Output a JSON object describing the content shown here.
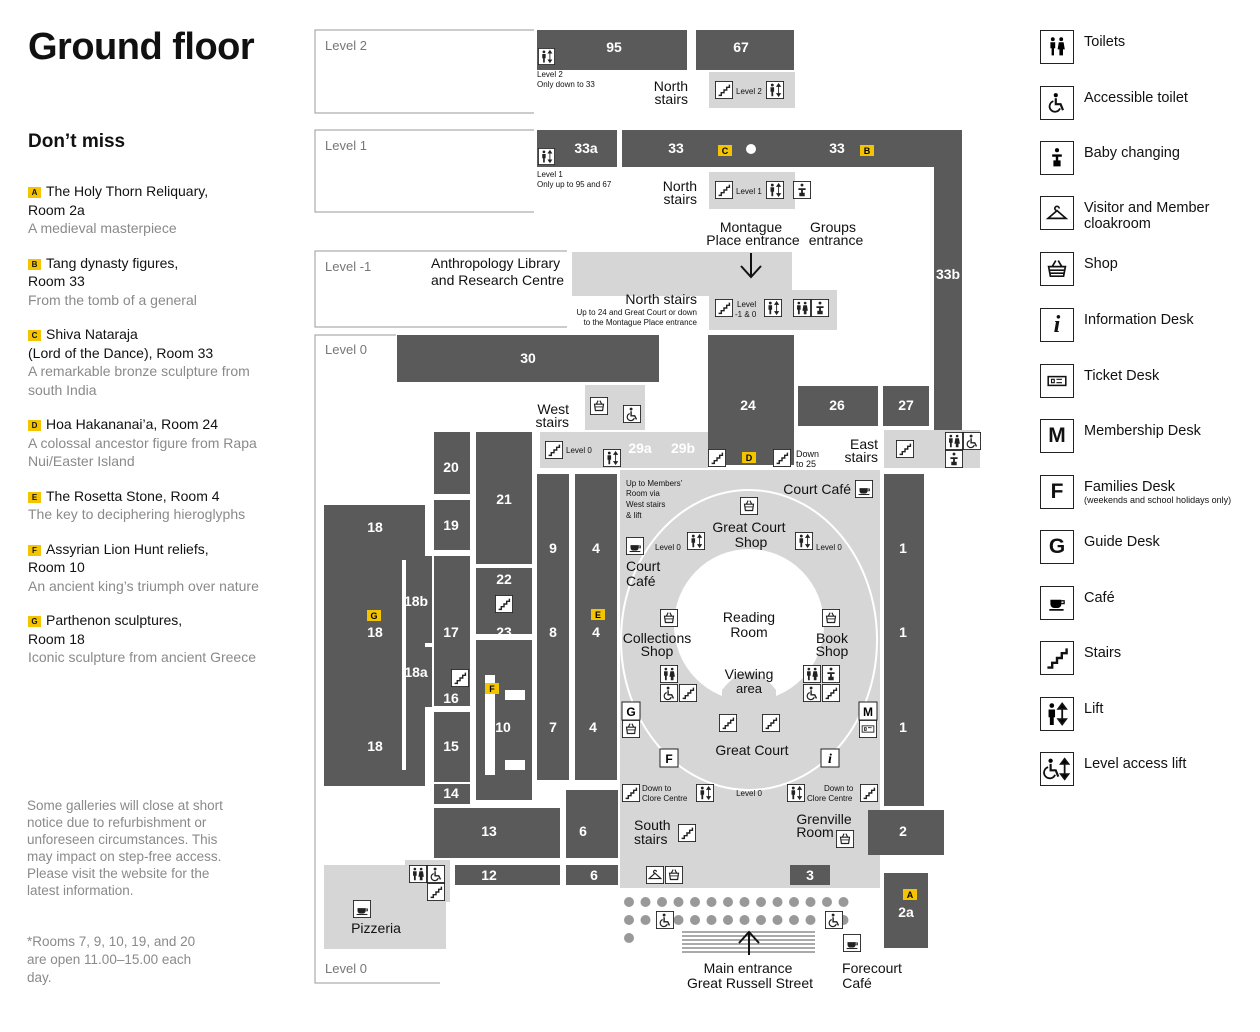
{
  "title": "Ground floor",
  "dont_miss": {
    "heading": "Don’t miss",
    "items": [
      {
        "badge": "A",
        "name": "The Holy Thorn Reliquary,",
        "room": "Room 2a",
        "desc": "A medieval masterpiece"
      },
      {
        "badge": "B",
        "name": "Tang dynasty figures,",
        "room": "Room 33",
        "desc": "From the tomb of a general"
      },
      {
        "badge": "C",
        "name": "Shiva Nataraja",
        "room": "(Lord of the Dance), Room 33",
        "desc": "A remarkable bronze sculpture from south India"
      },
      {
        "badge": "D",
        "name": "Hoa Hakananai’a, Room 24",
        "room": "",
        "desc": "A colossal ancestor figure from Rapa Nui/Easter Island"
      },
      {
        "badge": "E",
        "name": "The Rosetta Stone, Room 4",
        "room": "",
        "desc": "The key to deciphering hieroglyphs"
      },
      {
        "badge": "F",
        "name": "Assyrian Lion Hunt reliefs,",
        "room": "Room 10",
        "desc": "An ancient king’s triumph over nature"
      },
      {
        "badge": "G",
        "name": "Parthenon sculptures,",
        "room": "Room 18",
        "desc": "Iconic sculpture from ancient Greece"
      }
    ]
  },
  "notice": "Some galleries will close at short notice due to refurbishment or unforeseen circumstances. This may impact on step-free access. Please visit the website for the latest information.",
  "note": "*Rooms 7, 9, 10, 19, and 20 are open 11.00–15.00 each day.",
  "legend": [
    {
      "icon": "toilets-icon",
      "label": "Toilets",
      "sub": ""
    },
    {
      "icon": "accessible-toilet-icon",
      "label": "Accessible toilet",
      "sub": ""
    },
    {
      "icon": "baby-changing-icon",
      "label": "Baby changing",
      "sub": ""
    },
    {
      "icon": "cloakroom-icon",
      "label": "Visitor and Member cloakroom",
      "sub": ""
    },
    {
      "icon": "shop-icon",
      "label": "Shop",
      "sub": ""
    },
    {
      "icon": "information-icon",
      "label": "Information Desk",
      "sub": ""
    },
    {
      "icon": "ticket-icon",
      "label": "Ticket Desk",
      "sub": ""
    },
    {
      "icon": "membership-icon",
      "label": "Membership Desk",
      "sub": ""
    },
    {
      "icon": "families-icon",
      "label": "Families Desk",
      "sub": "(weekends and school holidays only)"
    },
    {
      "icon": "guide-icon",
      "label": "Guide Desk",
      "sub": ""
    },
    {
      "icon": "cafe-icon",
      "label": "Café",
      "sub": ""
    },
    {
      "icon": "stairs-icon",
      "label": "Stairs",
      "sub": ""
    },
    {
      "icon": "lift-icon",
      "label": "Lift",
      "sub": ""
    },
    {
      "icon": "level-access-lift-icon",
      "label": "Level access lift",
      "sub": ""
    }
  ],
  "map": {
    "levels": {
      "l2": "Level 2",
      "l1": "Level 1",
      "lm1": "Level -1",
      "l0": "Level 0",
      "l0b": "Level 0"
    },
    "rooms": {
      "r95": "95",
      "r67": "67",
      "r33a": "33a",
      "r33": "33",
      "r33b": "33",
      "r33side": "33b",
      "r30": "30",
      "r24": "24",
      "r26": "26",
      "r27": "27",
      "r20": "20",
      "r21": "21",
      "r19": "19",
      "r18a": "18",
      "r18b": "18",
      "r18c": "18",
      "r18small": "18b",
      "r18asmall": "18a",
      "r17": "17",
      "r22": "22",
      "r23": "23",
      "r16": "16",
      "r15": "15",
      "r14": "14",
      "r13": "13",
      "r12": "12",
      "r10": "10",
      "r9": "9",
      "r8": "8",
      "r7": "7",
      "r4a": "4",
      "r4b": "4",
      "r4c": "4",
      "r6a": "6",
      "r6b": "6",
      "r3": "3",
      "r1a": "1",
      "r1b": "1",
      "r1c": "1",
      "r2": "2",
      "r2a": "2a",
      "r29a": "29a",
      "r29b": "29b"
    },
    "labels": {
      "level2_note1": "Level 2",
      "level2_note2": "Only down to 33",
      "north_stairs_top1": "North",
      "north_stairs_top2": "stairs",
      "level2_tag": "Level 2",
      "level1_note1": "Level 1",
      "level1_note2": "Only up to 95 and 67",
      "north_stairs_mid1": "North",
      "north_stairs_mid2": "stairs",
      "level1_tag": "Level 1",
      "montague1": "Montague",
      "montague2": "Place entrance",
      "groups1": "Groups",
      "groups2": "entrance",
      "anthro1": "Anthropology Library",
      "anthro2": "and Research Centre",
      "north_stairs_low": "North stairs",
      "ns_note1": "Up to 24 and Great Court or down",
      "ns_note2": "to the Montague Place entrance",
      "level_m1_tag1": "Level",
      "level_m1_tag2": "-1 & 0",
      "west_stairs1": "West",
      "west_stairs2": "stairs",
      "level0_tag_w": "Level 0",
      "east_stairs1": "East",
      "east_stairs2": "stairs",
      "down_to_25a": "Down",
      "down_to_25b": "to 25",
      "court_cafe_top": "Court Café",
      "members1": "Up to Members’",
      "members2": "Room via",
      "members3": "West stairs",
      "members4": "& lift",
      "gcs1": "Great Court",
      "gcs2": "Shop",
      "level0_l": "Level 0",
      "level0_r": "Level 0",
      "court_cafe_l1": "Court",
      "court_cafe_l2": "Café",
      "reading1": "Reading",
      "reading2": "Room",
      "coll1": "Collections",
      "coll2": "Shop",
      "book1": "Book",
      "book2": "Shop",
      "viewing1": "Viewing",
      "viewing2": "area",
      "great_court": "Great Court",
      "clore_l1": "Down to",
      "clore_l2": "Clore Centre",
      "clore_r1": "Down to",
      "clore_r2": "Clore Centre",
      "level0_c": "Level 0",
      "south_stairs1": "South",
      "south_stairs2": "stairs",
      "grenville1": "Grenville",
      "grenville2": "Room",
      "pizzeria": "Pizzeria",
      "main1": "Main entrance",
      "main2": "Great Russell Street",
      "forecourt1": "Forecourt",
      "forecourt2": "Café"
    },
    "badges": {
      "a": "A",
      "b": "B",
      "c": "C",
      "d": "D",
      "e": "E",
      "f": "F",
      "g": "G"
    },
    "desks": {
      "m": "M",
      "f": "F",
      "g": "G",
      "i": "i"
    }
  },
  "colors": {
    "dark": "#5a5a5a",
    "light": "#d6d6d6",
    "badge": "#f5c400",
    "line": "#9a9a9a"
  }
}
